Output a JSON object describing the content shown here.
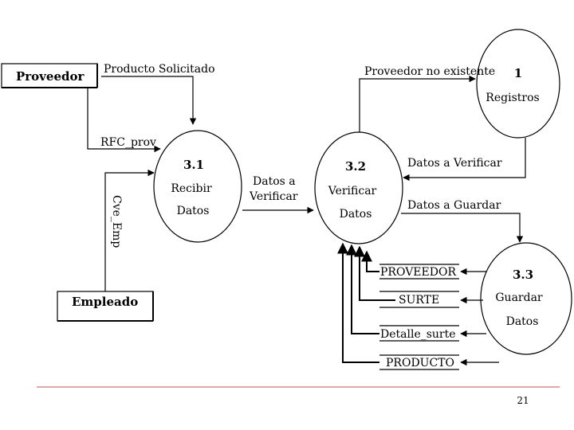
{
  "external_entities": {
    "proveedor": "Proveedor",
    "empleado": "Empleado"
  },
  "processes": {
    "p1": {
      "number": "1",
      "name": "Registros"
    },
    "p31": {
      "number": "3.1",
      "name_line1": "Recibir",
      "name_line2": "Datos"
    },
    "p32": {
      "number": "3.2",
      "name_line1": "Verificar",
      "name_line2": "Datos"
    },
    "p33": {
      "number": "3.3",
      "name_line1": "Guardar",
      "name_line2": "Datos"
    }
  },
  "data_stores": [
    "PROVEEDOR",
    "SURTE",
    "Detalle_surte",
    "PRODUCTO"
  ],
  "flows": {
    "producto_solicitado": "Producto Solicitado",
    "rfc_prov": "RFC_prov",
    "cve_emp": "Cve_Emp",
    "datos_a_verificar_line1": "Datos a",
    "datos_a_verificar_line2": "Verificar",
    "proveedor_no_existente": "Proveedor no existente",
    "datos_a_verificar_registros": "Datos a Verificar",
    "datos_a_guardar": "Datos a Guardar"
  },
  "footer": {
    "slide_number": "21",
    "rule_color": "#c0504d"
  }
}
